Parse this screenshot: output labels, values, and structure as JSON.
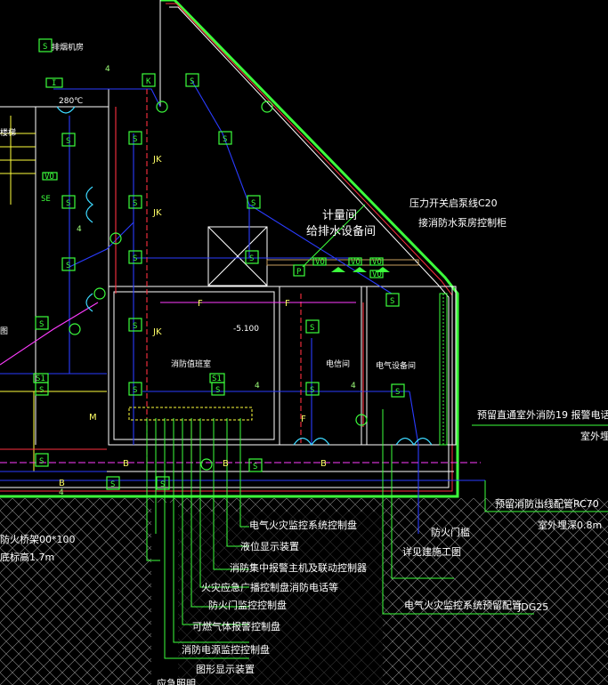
{
  "rooms": {
    "smoke_fan_room": "排烟机房",
    "stair": "楼梯",
    "meter_room": "计量间",
    "water_room": "给排水设备间",
    "fire_control_room": "消防值班室",
    "telecom_room": "电信间",
    "electrical_room": "电气设备间",
    "drawing": "图"
  },
  "annotations": {
    "pressure_switch": "压力开关启泵线C20",
    "pump_panel": "接消防水泵房控制柜",
    "reserve_alarm": "预留直通室外消防19  报警电话配",
    "outdoor_bury_1": "室外埋",
    "reserve_rc70": "预留消防出线配管RC70",
    "outdoor_bury_2": "室外埋深0.8m",
    "fire_shutter": "防火门槛",
    "see_drawing": "详见建施工图",
    "alarm_pipe": "电气火灾监控系统预留配管",
    "jdg25": "JDG25",
    "elevation": "-5.100",
    "tray_left": "防火桥架00*100",
    "tray_left_2": "底标高1.7m",
    "temp_280": "280℃"
  },
  "legend": [
    "电气火灾监控系统控制盘",
    "液位显示装置",
    "消防集中报警主机及联动控制器",
    "火灾应急广播控制盘消防电话等",
    "防火门监控控制盘",
    "可燃气体报警控制盘",
    "消防电源监控控制盘",
    "图形显示装置",
    "应急照明"
  ],
  "wire_tags": {
    "jk": "JK",
    "f": "F",
    "s": "S",
    "m": "M",
    "b": "B",
    "four": "4",
    "s1": "S1",
    "p": "P",
    "k": "K",
    "i": "I",
    "v": "V",
    "vo": "VO",
    "se": "SE"
  },
  "colors": {
    "background": "#000000",
    "wall": "#ffffff",
    "green": "#3cff3c",
    "blue": "#2a3cff",
    "red": "#ff3040",
    "magenta": "#ff3cff",
    "yellow": "#ffff3c",
    "cyan": "#3cd8ff"
  }
}
